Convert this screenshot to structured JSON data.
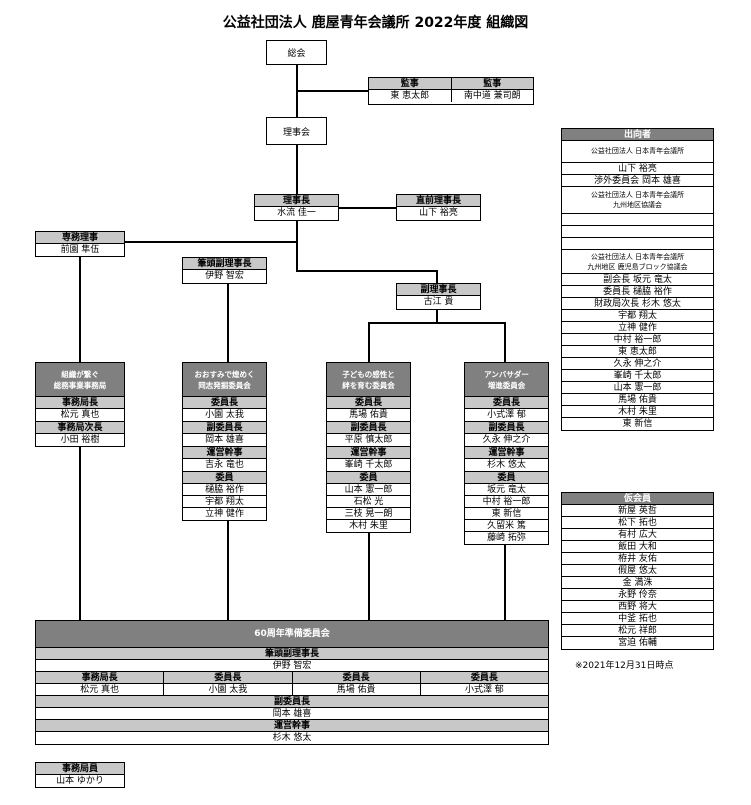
{
  "title": "公益社団法人 鹿屋青年会議所 2022年度 組織図",
  "sokai": "総会",
  "kanji": {
    "headers": [
      "監事",
      "監事"
    ],
    "names": [
      "東 恵太郎",
      "南中道 兼司朗"
    ]
  },
  "rijikai": "理事会",
  "rijicho": {
    "title": "理事長",
    "name": "水流 佳一"
  },
  "chokuzen": {
    "title": "直前理事長",
    "name": "山下 裕亮"
  },
  "senmu": {
    "title": "専務理事",
    "name": "前園 隼伍"
  },
  "hitto": {
    "title": "筆頭副理事長",
    "name": "伊野 智宏"
  },
  "fuku": {
    "title": "副理事長",
    "name": "古江 貴"
  },
  "committees": [
    {
      "name": "組織が繋ぐ\n総務事業事務局",
      "groups": [
        {
          "role": "事務局長",
          "members": [
            "松元 真也"
          ]
        },
        {
          "role": "事務局次長",
          "members": [
            "小田 裕樹"
          ]
        }
      ]
    },
    {
      "name": "おおすみで煌めく\n岡志発掘委員会",
      "groups": [
        {
          "role": "委員長",
          "members": [
            "小園 太我"
          ]
        },
        {
          "role": "副委員長",
          "members": [
            "岡本 雄喜"
          ]
        },
        {
          "role": "運営幹事",
          "members": [
            "吉永 竜也"
          ]
        },
        {
          "role": "委員",
          "members": [
            "樋脇 裕作",
            "宇都 翔太",
            "立神 健作"
          ]
        }
      ]
    },
    {
      "name": "子どもの感性と\n絆を育む委員会",
      "groups": [
        {
          "role": "委員長",
          "members": [
            "馬場 佑貴"
          ]
        },
        {
          "role": "副委員長",
          "members": [
            "平原 慎太郎"
          ]
        },
        {
          "role": "運営幹事",
          "members": [
            "峯崎 千太郎"
          ]
        },
        {
          "role": "委員",
          "members": [
            "山本 憲一郎",
            "石松 光",
            "三枝 晃一朗",
            "木村 朱里"
          ]
        }
      ]
    },
    {
      "name": "アンバサダー\n増進委員会",
      "groups": [
        {
          "role": "委員長",
          "members": [
            "小式澤 郁"
          ]
        },
        {
          "role": "副委員長",
          "members": [
            "久永 伸之介"
          ]
        },
        {
          "role": "運営幹事",
          "members": [
            "杉木 悠太"
          ]
        },
        {
          "role": "委員",
          "members": [
            "坂元 竜太",
            "中村 裕一郎",
            "東 新信",
            "久留米 篤",
            "藤崎 拓弥"
          ]
        }
      ]
    }
  ],
  "shukko": {
    "header": "出向者",
    "jc_name": "公益社団法人 日本青年会議所",
    "jc_rows": [
      "山下 裕亮",
      "渉外委員会 岡本 雄喜"
    ],
    "kyushu_name": "公益社団法人 日本青年会議所\n九州地区協議会",
    "kagoshima_name": "公益社団法人 日本青年会議所\n九州地区 鹿児島ブロック協議会",
    "kagoshima_rows": [
      "副会長 坂元 竜太",
      "委員長 樋脇 裕作",
      "財政局次長 杉木 悠太",
      "宇都 翔太",
      "立神 健作",
      "中村 裕一郎",
      "東 恵太郎",
      "久永 伸之介",
      "峯崎 千太郎",
      "山本 憲一郎",
      "馬場 佑貴",
      "木村 朱里",
      "東 新信"
    ]
  },
  "karikai": {
    "header": "仮会員",
    "names": [
      "新屋 英哲",
      "松下 拓也",
      "有村 広大",
      "飯田 大和",
      "栫井 友佑",
      "假屋 悠太",
      "金 満洙",
      "永野 伶奈",
      "西野 将大",
      "中釜 拓也",
      "松元 祥郎",
      "宮迫 佑輔"
    ],
    "note": "※2021年12月31日時点"
  },
  "anniv": {
    "title": "60周年準備委員会",
    "hitto_title": "筆頭副理事長",
    "hitto_name": "伊野 智宏",
    "cols": [
      {
        "role": "事務局長",
        "name": "松元 真也"
      },
      {
        "role": "委員長",
        "name": "小園 太我"
      },
      {
        "role": "委員長",
        "name": "馬場 佑貴"
      },
      {
        "role": "委員長",
        "name": "小式澤 郁"
      }
    ],
    "fuku_title": "副委員長",
    "fuku_name": "岡本 雄喜",
    "unei_title": "運営幹事",
    "unei_name": "杉木 悠太"
  },
  "jimukyoku": {
    "title": "事務局員",
    "name": "山本 ゆかり"
  }
}
